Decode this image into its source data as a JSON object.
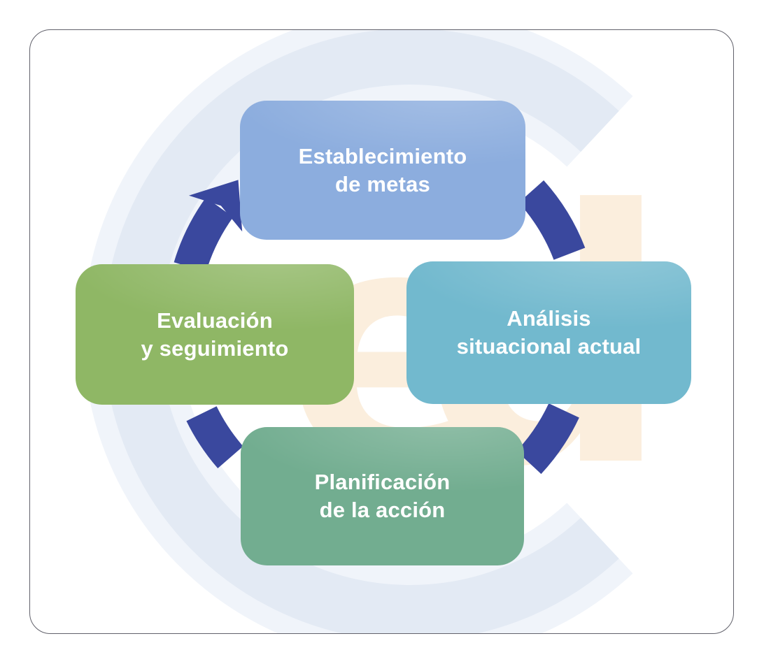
{
  "diagram": {
    "steps": [
      {
        "name": "establecimiento-de-metas",
        "line1": "Establecimiento",
        "line2": "de metas",
        "color": "#8cadde"
      },
      {
        "name": "analisis-situacional-actual",
        "line1": "Análisis",
        "line2": "situacional actual",
        "color": "#72b9ce"
      },
      {
        "name": "planificacion-de-la-accion",
        "line1": "Planificación",
        "line2": "de la acción",
        "color": "#72ad90"
      },
      {
        "name": "evaluacion-y-seguimiento",
        "line1": "Evaluación",
        "line2": "y seguimiento",
        "color": "#8fb765"
      }
    ],
    "cycle_arrow_color": "#3a489e",
    "watermark": {
      "letter_e": "e",
      "letter_d": "d",
      "letters_color": "#fbeedd",
      "c_ring_color": "#e3eaf4"
    }
  }
}
